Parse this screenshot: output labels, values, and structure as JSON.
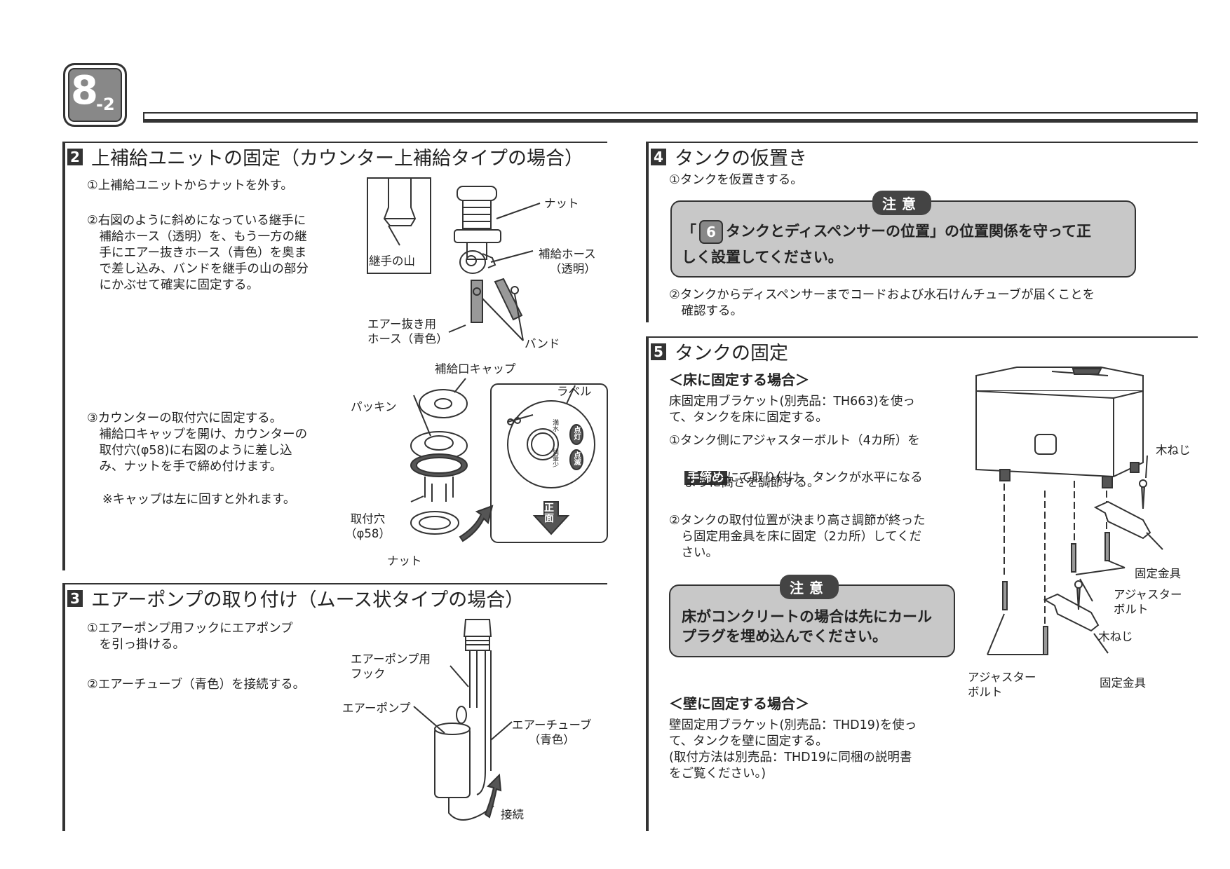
{
  "header": {
    "chapter_num": "8",
    "chapter_sub": "-2"
  },
  "sec2": {
    "num": "2",
    "title": "上補給ユニットの固定（カウンター上補給タイプの場合）",
    "step1": "①上補給ユニットからナットを外す。",
    "step2": "②右図のように斜めになっている継手に\n　補給ホース（透明）を、もう一方の継\n　手にエアー抜きホース（青色）を奥ま\n　で差し込み、バンドを継手の山の部分\n　にかぶせて確実に固定する。",
    "step3": "③カウンターの取付穴に固定する。\n　補給口キャップを開け、カウンターの\n　取付穴(φ58)に右図のように差し込\n　み、ナットを手で締め付けます。",
    "note": "※キャップは左に回すと外れます。",
    "fig1": {
      "joint_peak": "継手の山",
      "nut": "ナット",
      "supply_hose": "補給ホース\n（透明）",
      "air_hose": "エアー抜き用\nホース（青色）",
      "band": "バンド"
    },
    "fig2": {
      "cap": "補給口キャップ",
      "packing": "パッキン",
      "label": "ラベル",
      "hole": "取付穴\n（φ58）",
      "nut": "ナット",
      "front": "正\n面",
      "l1": "点灯",
      "l2": "点滅",
      "l3": "満水",
      "l4": "残量少"
    }
  },
  "sec3": {
    "num": "3",
    "title": "エアーポンプの取り付け（ムース状タイプの場合）",
    "step1": "①エアーポンプ用フックにエアポンプ\n　を引っ掛ける。",
    "step2": "②エアーチューブ（青色）を接続する。",
    "fig": {
      "hook": "エアーポンプ用\nフック",
      "pump": "エアーポンプ",
      "tube": "エアーチューブ\n（青色）",
      "connect": "接続"
    }
  },
  "sec4": {
    "num": "4",
    "title": "タンクの仮置き",
    "step1": "①タンクを仮置きする。",
    "caution_tag": "注意",
    "caution_pre": "「",
    "caution_ref": "6",
    "caution_text": "タンクとディスペンサーの位置」の位置関係を守って正",
    "caution_text2": "しく設置してください。",
    "step2": "②タンクからディスペンサーまでコードおよび水石けんチューブが届くことを\n　確認する。"
  },
  "sec5": {
    "num": "5",
    "title": "タンクの固定",
    "floor_head": "＜床に固定する場合＞",
    "floor_intro": "床固定用ブラケット(別売品：TH663)を使っ\nて、タンクを床に固定する。",
    "floor_step1_a": "①タンク側にアジャスターボルト（4カ所）を",
    "floor_step1_tag": "手締め",
    "floor_step1_b": "にて取り付け、タンクが水平になる",
    "floor_step1_c": "ように高さを調節する。",
    "floor_step2": "②タンクの取付位置が決まり高さ調節が終った\n　ら固定用金具を床に固定（2カ所）してくだ\n　さい。",
    "caution_tag": "注意",
    "caution_text": "床がコンクリートの場合は先にカール\nプラグを埋め込んでください。",
    "wall_head": "＜壁に固定する場合＞",
    "wall_text": "壁固定用ブラケット(別売品：THD19)を使っ\nて、タンクを壁に固定する。\n(取付方法は別売品：THD19に同梱の説明書\n をご覧ください。)",
    "fig": {
      "wood_screw1": "木ねじ",
      "bracket1": "固定金具",
      "adjuster1": "アジャスター\nボルト",
      "wood_screw2": "木ねじ",
      "adjuster2": "アジャスター\nボルト",
      "bracket2": "固定金具"
    }
  }
}
